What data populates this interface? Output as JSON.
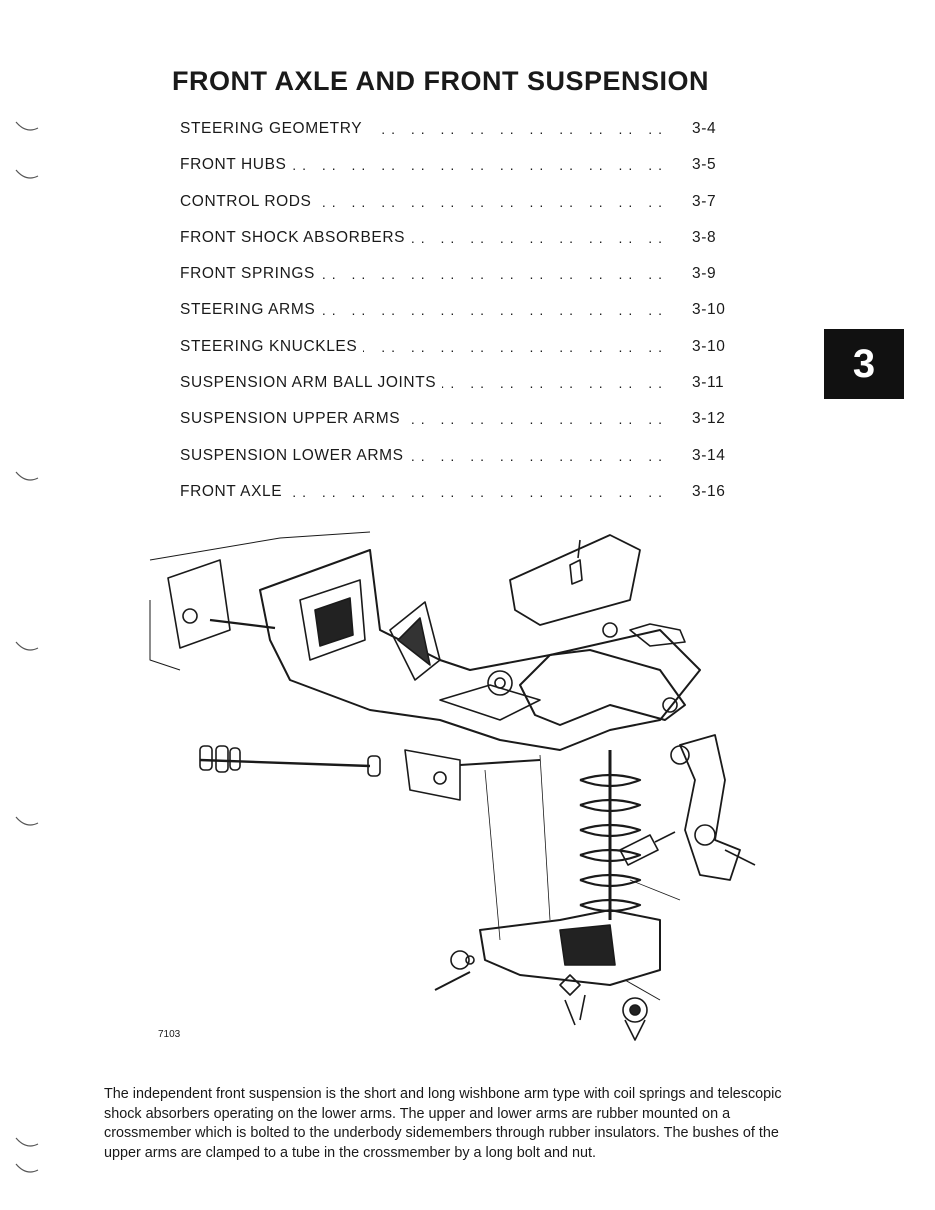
{
  "page": {
    "title": "FRONT AXLE AND FRONT SUSPENSION",
    "section_tab": "3",
    "figure_number": "7103",
    "paragraph": "The independent front suspension is the short and long wishbone arm type with coil springs and telescopic shock absorbers operating on the lower arms. The upper and lower arms are rubber mounted on a crossmember which is bolted to the underbody sidemembers through rubber insulators. The bushes of the upper arms are clamped to a tube in the crossmember by a long bolt and nut."
  },
  "toc": {
    "leader": "..  ..  ..  ..  ..  ..  ..  ..  ..  ..  ..  ..  ..",
    "entries": [
      {
        "label": "STEERING GEOMETRY",
        "page": "3-4"
      },
      {
        "label": "FRONT HUBS",
        "page": "3-5"
      },
      {
        "label": "CONTROL RODS",
        "page": "3-7"
      },
      {
        "label": "FRONT SHOCK ABSORBERS",
        "page": "3-8"
      },
      {
        "label": "FRONT SPRINGS",
        "page": "3-9"
      },
      {
        "label": "STEERING ARMS",
        "page": "3-10"
      },
      {
        "label": "STEERING KNUCKLES",
        "page": "3-10"
      },
      {
        "label": "SUSPENSION ARM BALL JOINTS",
        "page": "3-11"
      },
      {
        "label": "SUSPENSION UPPER ARMS",
        "page": "3-12"
      },
      {
        "label": "SUSPENSION LOWER ARMS",
        "page": "3-14"
      },
      {
        "label": "FRONT AXLE",
        "page": "3-16"
      }
    ]
  }
}
